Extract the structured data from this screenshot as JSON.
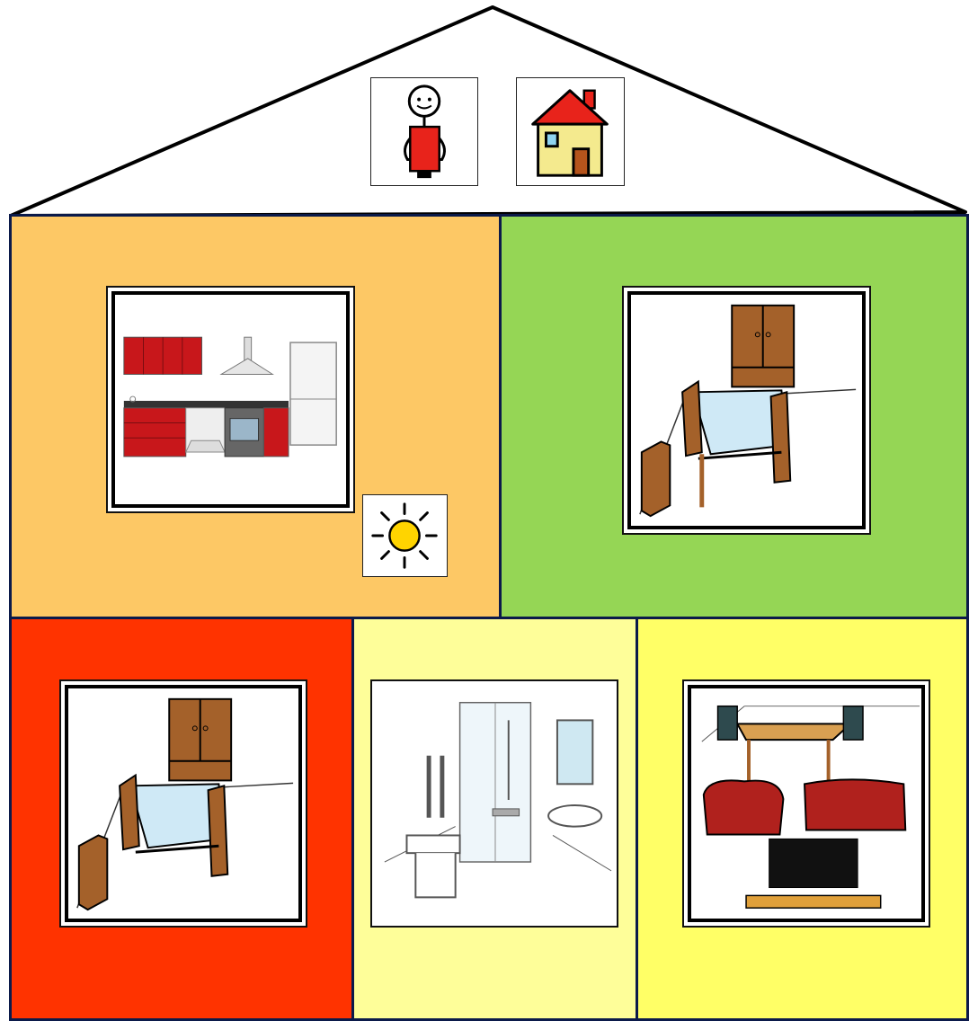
{
  "colors": {
    "outline": "#0b1a4a",
    "kitchen_room": "#fdc865",
    "bedroom_top_room": "#95d655",
    "bedroom_bottom_room": "#ff3300",
    "bathroom_room": "#fefe99",
    "living_room": "#ffff66"
  },
  "roof": {
    "icons": [
      "person-holding-card-icon",
      "house-icon"
    ]
  },
  "rooms": [
    {
      "id": "kitchen",
      "icon": "kitchen-icon",
      "extra_icon": "sun-icon"
    },
    {
      "id": "bedroom-top",
      "icon": "bedroom-icon"
    },
    {
      "id": "bedroom-bottom",
      "icon": "bedroom-icon"
    },
    {
      "id": "bathroom",
      "icon": "bathroom-icon"
    },
    {
      "id": "living-room",
      "icon": "living-room-icon"
    }
  ]
}
